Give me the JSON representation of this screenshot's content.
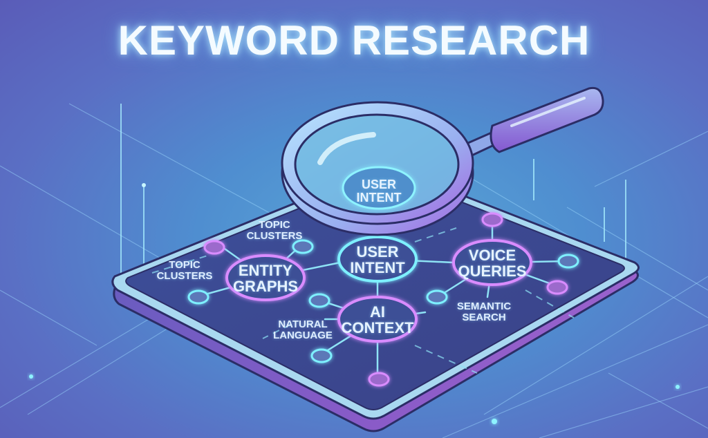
{
  "title": "KEYWORD RESEARCH",
  "colors": {
    "background_top": "#5a5cb8",
    "background_center": "#5aa6d6",
    "platform_surface": "#3f4f95",
    "platform_edge": "#8a5bc8",
    "glow_cyan": "#7ef0ff",
    "glow_purple": "#d98cff"
  },
  "magnifier": {
    "lens_label_line1": "USER",
    "lens_label_line2": "INTENT"
  },
  "nodes": [
    {
      "id": "user-intent",
      "line1": "USER",
      "line2": "INTENT",
      "color": "#7ef0ff"
    },
    {
      "id": "entity-graphs",
      "line1": "ENTITY",
      "line2": "GRAPHS",
      "color": "#d98cff"
    },
    {
      "id": "voice-queries",
      "line1": "VOICE",
      "line2": "QUERIES",
      "color": "#d98cff"
    },
    {
      "id": "ai-context",
      "line1": "AI",
      "line2": "CONTEXT",
      "color": "#d98cff"
    }
  ],
  "labels": [
    {
      "id": "topic-clusters-top",
      "line1": "TOPIC",
      "line2": "CLUSTERS"
    },
    {
      "id": "topic-clusters-left",
      "line1": "TOPIC",
      "line2": "CLUSTERS"
    },
    {
      "id": "natural-language",
      "line1": "NATURAL",
      "line2": "LANGUAGE"
    },
    {
      "id": "semantic-search",
      "line1": "SEMANTIC",
      "line2": "SEARCH"
    }
  ]
}
